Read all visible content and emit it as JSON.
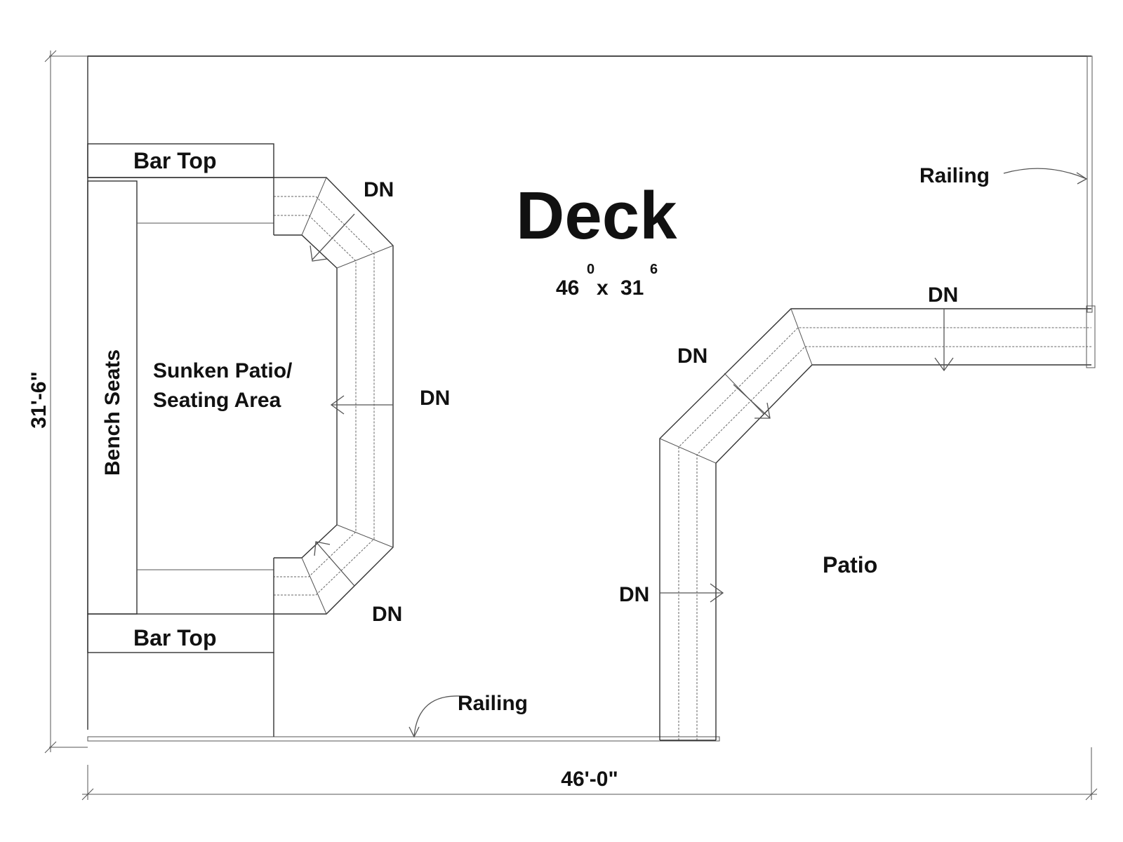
{
  "title": "Deck",
  "size": {
    "width": "46",
    "width_sup": "0",
    "sep": "x",
    "depth": "31",
    "depth_sup": "6"
  },
  "dimensions": {
    "horizontal": "46'-0\"",
    "vertical": "31'-6\""
  },
  "labels": {
    "bar_top": "Bar Top",
    "bench_seats": "Bench Seats",
    "sunken_line1": "Sunken Patio/",
    "sunken_line2": "Seating Area",
    "patio": "Patio",
    "railing": "Railing",
    "down": "DN"
  },
  "colors": {
    "line": "#333333",
    "text": "#111111",
    "background": "#ffffff"
  }
}
